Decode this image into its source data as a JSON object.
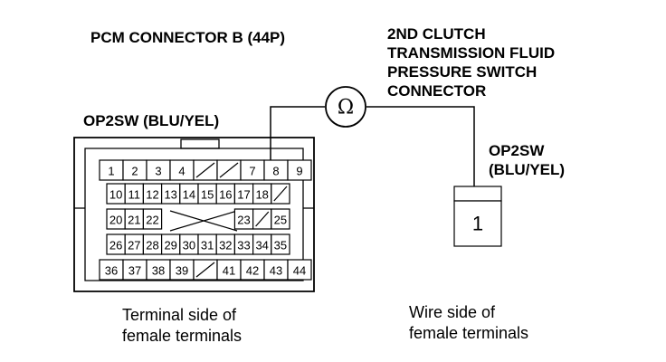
{
  "pcm_connector": {
    "title": "PCM CONNECTOR B (44P)",
    "wire_label": "OP2SW (BLU/YEL)",
    "caption_line1": "Terminal side of",
    "caption_line2": "female terminals",
    "rows": [
      [
        "1",
        "2",
        "3",
        "4",
        "",
        "",
        "7",
        "8",
        "9"
      ],
      [
        "10",
        "11",
        "12",
        "13",
        "14",
        "15",
        "16",
        "17",
        "18",
        ""
      ],
      [
        "20",
        "21",
        "22",
        "",
        "",
        "",
        "",
        "23",
        "",
        "25"
      ],
      [
        "26",
        "27",
        "28",
        "29",
        "30",
        "31",
        "32",
        "33",
        "34",
        "35"
      ],
      [
        "36",
        "37",
        "38",
        "39",
        "",
        "41",
        "42",
        "43",
        "44"
      ]
    ]
  },
  "switch_connector": {
    "title_line1": "2ND CLUTCH",
    "title_line2": "TRANSMISSION FLUID",
    "title_line3": "PRESSURE SWITCH",
    "title_line4": "CONNECTOR",
    "wire_label_line1": "OP2SW",
    "wire_label_line2": "(BLU/YEL)",
    "pin": "1",
    "caption_line1": "Wire side of",
    "caption_line2": "female terminals"
  },
  "meter": {
    "symbol": "Ω"
  }
}
